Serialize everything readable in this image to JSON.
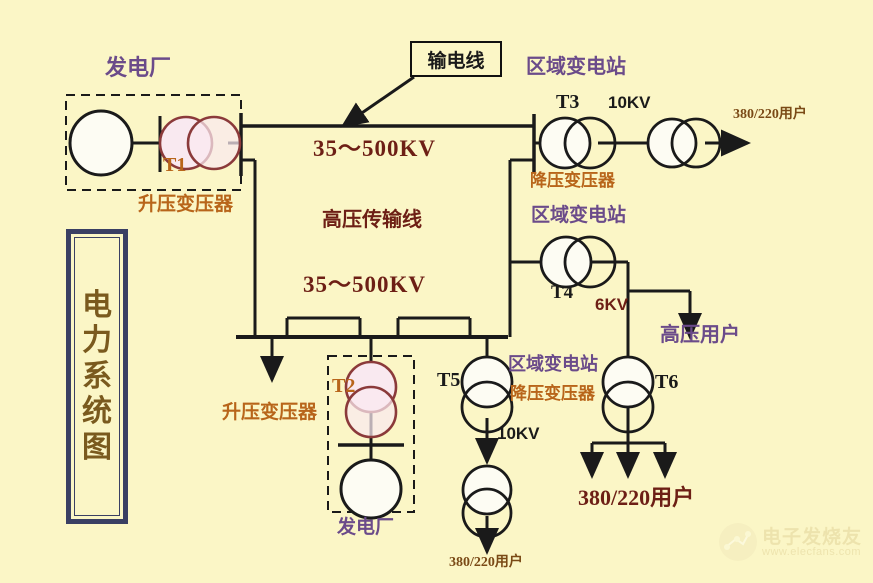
{
  "title_box": {
    "text": "电力系统图",
    "chars": [
      "电",
      "力",
      "系",
      "统",
      "图"
    ],
    "border_color": "#3a3f63",
    "text_color": "#7a5a1e"
  },
  "callout": {
    "label": "输电线"
  },
  "labels": {
    "plant_top": "发电厂",
    "plant_bottom": "发电厂",
    "step_up_top": "升压变压器",
    "step_up_bottom": "升压变压器",
    "step_down_t3": "降压变压器",
    "step_down_t5": "降压变压器",
    "substation_t3": "区域变电站",
    "substation_t4": "区域变电站",
    "substation_t5": "区域变电站",
    "hv_line": "高压传输线",
    "voltage_top": "35～500KV",
    "voltage_mid": "35～500KV",
    "kv10_top": "10KV",
    "kv10_t5": "10KV",
    "kv6": "6KV",
    "users_top": "380/220用户",
    "users_t5": "380/220用户",
    "users_t6": "380/220用户",
    "hv_users": "高压用户"
  },
  "transformers": [
    {
      "id": "T1",
      "label": "T1",
      "orientation": "horizontal",
      "style": "pink"
    },
    {
      "id": "T2",
      "label": "T2",
      "orientation": "vertical",
      "style": "pink"
    },
    {
      "id": "T3",
      "label": "T3",
      "orientation": "horizontal",
      "style": "plain"
    },
    {
      "id": "T4",
      "label": "T4",
      "orientation": "horizontal",
      "style": "plain"
    },
    {
      "id": "T5",
      "label": "T5",
      "orientation": "vertical",
      "style": "plain"
    },
    {
      "id": "T6",
      "label": "T6",
      "orientation": "vertical",
      "style": "plain"
    }
  ],
  "watermark": {
    "text": "电子发烧友",
    "url": "www.elecfans.com"
  },
  "colors": {
    "background": "#fbf6c6",
    "line": "#1a1a1a",
    "pink_fill": "#f7e4ec",
    "pink_stroke": "#8b3a3a",
    "purple_text": "#6b4b8a",
    "brown_text": "#7a4a16",
    "dark_red_text": "#6d1f15",
    "orange_text": "#b8651a",
    "title_border": "#3a3f63"
  }
}
